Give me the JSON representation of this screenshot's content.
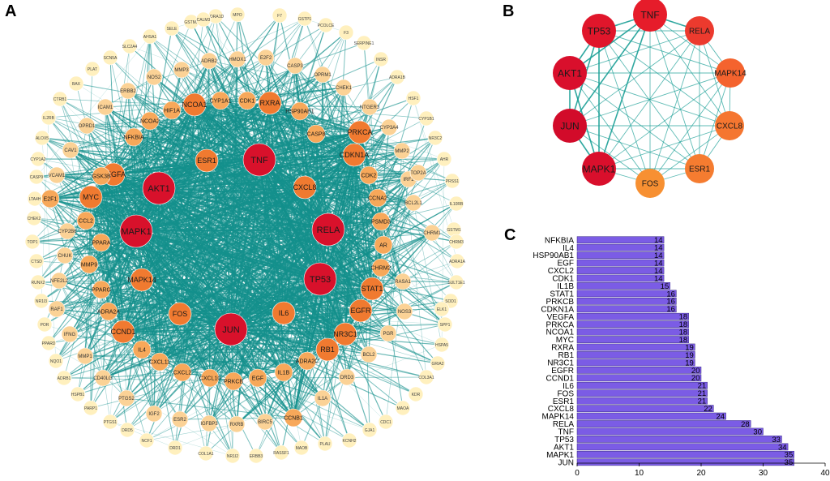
{
  "panels": {
    "a": "A",
    "b": "B",
    "c": "C"
  },
  "network_a": {
    "nodes": [
      {
        "label": "AKT1",
        "tier": "top"
      },
      {
        "label": "MAPK1",
        "tier": "top"
      },
      {
        "label": "JUN",
        "tier": "top"
      },
      {
        "label": "TP53",
        "tier": "top"
      },
      {
        "label": "TNF",
        "tier": "top"
      },
      {
        "label": "RELA",
        "tier": "top"
      },
      {
        "label": "ESR1",
        "tier": "high"
      },
      {
        "label": "CXCL8",
        "tier": "high"
      },
      {
        "label": "MAPK14",
        "tier": "high"
      },
      {
        "label": "IL6",
        "tier": "high"
      },
      {
        "label": "EGFR",
        "tier": "high"
      },
      {
        "label": "FOS",
        "tier": "high"
      },
      {
        "label": "CCND1",
        "tier": "high"
      },
      {
        "label": "VEGFA",
        "tier": "high"
      },
      {
        "label": "NR3C1",
        "tier": "high"
      },
      {
        "label": "RB1",
        "tier": "high"
      },
      {
        "label": "STAT1",
        "tier": "high"
      },
      {
        "label": "PRKCA",
        "tier": "high"
      },
      {
        "label": "CDKN1A",
        "tier": "high"
      },
      {
        "label": "MYC",
        "tier": "high"
      },
      {
        "label": "NCOA1",
        "tier": "high"
      },
      {
        "label": "RXRA",
        "tier": "high"
      },
      {
        "label": "CDK1",
        "tier": "mid"
      },
      {
        "label": "HSP90AB1",
        "tier": "mid"
      },
      {
        "label": "IL4",
        "tier": "mid"
      },
      {
        "label": "IL1B",
        "tier": "mid"
      },
      {
        "label": "EGF",
        "tier": "mid"
      },
      {
        "label": "PRKCB",
        "tier": "mid"
      },
      {
        "label": "CXCL2",
        "tier": "mid"
      },
      {
        "label": "NFKBIA",
        "tier": "mid"
      },
      {
        "label": "AR",
        "tier": "mid"
      },
      {
        "label": "CASP8",
        "tier": "mid"
      },
      {
        "label": "CHRM2",
        "tier": "mid"
      },
      {
        "label": "HIF1A",
        "tier": "mid"
      },
      {
        "label": "CYP1A1",
        "tier": "mid"
      },
      {
        "label": "NCOA2",
        "tier": "mid"
      },
      {
        "label": "GSK3B",
        "tier": "mid"
      },
      {
        "label": "CCL2",
        "tier": "mid"
      },
      {
        "label": "PPARA",
        "tier": "mid"
      },
      {
        "label": "MMP9",
        "tier": "mid"
      },
      {
        "label": "PPARG",
        "tier": "mid"
      },
      {
        "label": "ADRA2A",
        "tier": "mid"
      },
      {
        "label": "CXCL11",
        "tier": "mid"
      },
      {
        "label": "CXCL10",
        "tier": "mid"
      },
      {
        "label": "ADRA2C",
        "tier": "mid"
      },
      {
        "label": "CCNB1",
        "tier": "mid"
      },
      {
        "label": "PSMD3",
        "tier": "mid"
      },
      {
        "label": "CCNA2",
        "tier": "mid"
      },
      {
        "label": "CDK2",
        "tier": "mid"
      },
      {
        "label": "E2F1",
        "tier": "mid"
      },
      {
        "label": "MMP3",
        "tier": "low"
      },
      {
        "label": "ADRB2",
        "tier": "low"
      },
      {
        "label": "HMOX1",
        "tier": "low"
      },
      {
        "label": "E2F2",
        "tier": "low"
      },
      {
        "label": "CASP3",
        "tier": "low"
      },
      {
        "label": "NOS2",
        "tier": "low"
      },
      {
        "label": "ERBB2",
        "tier": "low"
      },
      {
        "label": "ICAM1",
        "tier": "low"
      },
      {
        "label": "OPRD1",
        "tier": "low"
      },
      {
        "label": "CAV1",
        "tier": "low"
      },
      {
        "label": "VCAM1",
        "tier": "low"
      },
      {
        "label": "CYP2B6",
        "tier": "low"
      },
      {
        "label": "CHUK",
        "tier": "low"
      },
      {
        "label": "NFE2L2",
        "tier": "low"
      },
      {
        "label": "RAF1",
        "tier": "low"
      },
      {
        "label": "IFNG",
        "tier": "low"
      },
      {
        "label": "MMP1",
        "tier": "low"
      },
      {
        "label": "CD40LG",
        "tier": "low"
      },
      {
        "label": "PTGS2",
        "tier": "low"
      },
      {
        "label": "IGF2",
        "tier": "low"
      },
      {
        "label": "ESR2",
        "tier": "low"
      },
      {
        "label": "IGFBP3",
        "tier": "low"
      },
      {
        "label": "RXRB",
        "tier": "low"
      },
      {
        "label": "BIRC5",
        "tier": "low"
      },
      {
        "label": "IL1A",
        "tier": "low"
      },
      {
        "label": "DRD3",
        "tier": "low"
      },
      {
        "label": "BCL2",
        "tier": "low"
      },
      {
        "label": "PGR",
        "tier": "low"
      },
      {
        "label": "NOS3",
        "tier": "low"
      },
      {
        "label": "RASA1",
        "tier": "low"
      },
      {
        "label": "BCL2L1",
        "tier": "low"
      },
      {
        "label": "IRF1",
        "tier": "low"
      },
      {
        "label": "TOP2A",
        "tier": "low"
      },
      {
        "label": "MMP2",
        "tier": "low"
      },
      {
        "label": "CYP3A4",
        "tier": "low"
      },
      {
        "label": "NTGER3",
        "tier": "low"
      },
      {
        "label": "CHEK1",
        "tier": "low"
      },
      {
        "label": "OPRM1",
        "tier": "low"
      },
      {
        "label": "CHRM1",
        "tier": "low"
      },
      {
        "label": "ADRA1D",
        "tier": "ring"
      },
      {
        "label": "MPO",
        "tier": "ring"
      },
      {
        "label": "F7",
        "tier": "ring"
      },
      {
        "label": "GSTP1",
        "tier": "ring"
      },
      {
        "label": "PCOLCE",
        "tier": "ring"
      },
      {
        "label": "F3",
        "tier": "ring"
      },
      {
        "label": "SERPINE1",
        "tier": "ring"
      },
      {
        "label": "INSR",
        "tier": "ring"
      },
      {
        "label": "ADRA1B",
        "tier": "ring"
      },
      {
        "label": "HSF1",
        "tier": "ring"
      },
      {
        "label": "CYP1B1",
        "tier": "ring"
      },
      {
        "label": "NR3C2",
        "tier": "ring"
      },
      {
        "label": "AHR",
        "tier": "ring"
      },
      {
        "label": "PRSS1",
        "tier": "ring"
      },
      {
        "label": "IL10RB",
        "tier": "ring"
      },
      {
        "label": "GSTM1",
        "tier": "ring"
      },
      {
        "label": "CHRM3",
        "tier": "ring"
      },
      {
        "label": "ADRA1A",
        "tier": "ring"
      },
      {
        "label": "SULT1E1",
        "tier": "ring"
      },
      {
        "label": "SOD1",
        "tier": "ring"
      },
      {
        "label": "ELK1",
        "tier": "ring"
      },
      {
        "label": "SPP1",
        "tier": "ring"
      },
      {
        "label": "HSPA5",
        "tier": "ring"
      },
      {
        "label": "GRIA2",
        "tier": "ring"
      },
      {
        "label": "COL3A1",
        "tier": "ring"
      },
      {
        "label": "KDR",
        "tier": "ring"
      },
      {
        "label": "MAOA",
        "tier": "ring"
      },
      {
        "label": "CDC1",
        "tier": "ring"
      },
      {
        "label": "GJA1",
        "tier": "ring"
      },
      {
        "label": "KCNH2",
        "tier": "ring"
      },
      {
        "label": "PLAU",
        "tier": "ring"
      },
      {
        "label": "MAOB",
        "tier": "ring"
      },
      {
        "label": "RASSF1",
        "tier": "ring"
      },
      {
        "label": "ERBB3",
        "tier": "ring"
      },
      {
        "label": "NR1I2",
        "tier": "ring"
      },
      {
        "label": "COL1A1",
        "tier": "ring"
      },
      {
        "label": "DRD1",
        "tier": "ring"
      },
      {
        "label": "NCF1",
        "tier": "ring"
      },
      {
        "label": "DRD5",
        "tier": "ring"
      },
      {
        "label": "PTGS1",
        "tier": "ring"
      },
      {
        "label": "PARP1",
        "tier": "ring"
      },
      {
        "label": "HSPB1",
        "tier": "ring"
      },
      {
        "label": "ADRB1",
        "tier": "ring"
      },
      {
        "label": "NQO1",
        "tier": "ring"
      },
      {
        "label": "PPARD",
        "tier": "ring"
      },
      {
        "label": "POR",
        "tier": "ring"
      },
      {
        "label": "NR1I3",
        "tier": "ring"
      },
      {
        "label": "RUNX2",
        "tier": "ring"
      },
      {
        "label": "CTSD",
        "tier": "ring"
      },
      {
        "label": "TOP1",
        "tier": "ring"
      },
      {
        "label": "CHEK2",
        "tier": "ring"
      },
      {
        "label": "LTA4H",
        "tier": "ring"
      },
      {
        "label": "CASP9",
        "tier": "ring"
      },
      {
        "label": "CYP1A2",
        "tier": "ring"
      },
      {
        "label": "ALOX5",
        "tier": "ring"
      },
      {
        "label": "IL2RB",
        "tier": "ring"
      },
      {
        "label": "CTRB1",
        "tier": "ring"
      },
      {
        "label": "BAX",
        "tier": "ring"
      },
      {
        "label": "PLAT",
        "tier": "ring"
      },
      {
        "label": "SCN5A",
        "tier": "ring"
      },
      {
        "label": "SLC2A4",
        "tier": "ring"
      },
      {
        "label": "AHSA1",
        "tier": "ring"
      },
      {
        "label": "SELE",
        "tier": "ring"
      },
      {
        "label": "GSTM2",
        "tier": "ring"
      },
      {
        "label": "CALM3",
        "tier": "ring"
      }
    ]
  },
  "network_b": {
    "nodes": [
      {
        "label": "TNF",
        "color": "#e61c2a"
      },
      {
        "label": "RELA",
        "color": "#ec3a2e"
      },
      {
        "label": "MAPK14",
        "color": "#f4632e"
      },
      {
        "label": "CXCL8",
        "color": "#f57630"
      },
      {
        "label": "ESR1",
        "color": "#f57c30"
      },
      {
        "label": "FOS",
        "color": "#f79032"
      },
      {
        "label": "MAPK1",
        "color": "#d90f2c"
      },
      {
        "label": "JUN",
        "color": "#d20b2a"
      },
      {
        "label": "AKT1",
        "color": "#d90f2c"
      },
      {
        "label": "TP53",
        "color": "#e0162b"
      }
    ]
  },
  "chart_data": {
    "type": "bar",
    "orientation": "horizontal",
    "categories": [
      "NFKBIA",
      "IL4",
      "HSP90AB1",
      "EGF",
      "CXCL2",
      "CDK1",
      "IL1B",
      "STAT1",
      "PRKCB",
      "CDKN1A",
      "VEGFA",
      "PRKCA",
      "NCOA1",
      "MYC",
      "RXRA",
      "RB1",
      "NR3C1",
      "EGFR",
      "CCND1",
      "IL6",
      "FOS",
      "ESR1",
      "CXCL8",
      "MAPK14",
      "RELA",
      "TNF",
      "TP53",
      "AKT1",
      "MAPK1",
      "JUN"
    ],
    "values": [
      14,
      14,
      14,
      14,
      14,
      14,
      15,
      16,
      16,
      16,
      18,
      18,
      18,
      18,
      19,
      19,
      19,
      20,
      20,
      21,
      21,
      21,
      22,
      24,
      28,
      30,
      33,
      34,
      35,
      35
    ],
    "data_labels": [
      "14",
      "14",
      "14",
      "14",
      "14",
      "14",
      "15",
      "16",
      "16",
      "16",
      "18",
      "18",
      "18",
      "18",
      "19",
      "19",
      "19",
      "20",
      "20",
      "21",
      "21",
      "21",
      "22",
      "24",
      "28",
      "30",
      "33",
      "34",
      "35",
      "35"
    ],
    "xticks": [
      "0",
      "10",
      "20",
      "30",
      "40"
    ],
    "xlim": [
      0,
      40
    ],
    "bar_color": "#7b5ce5",
    "grid": false
  }
}
